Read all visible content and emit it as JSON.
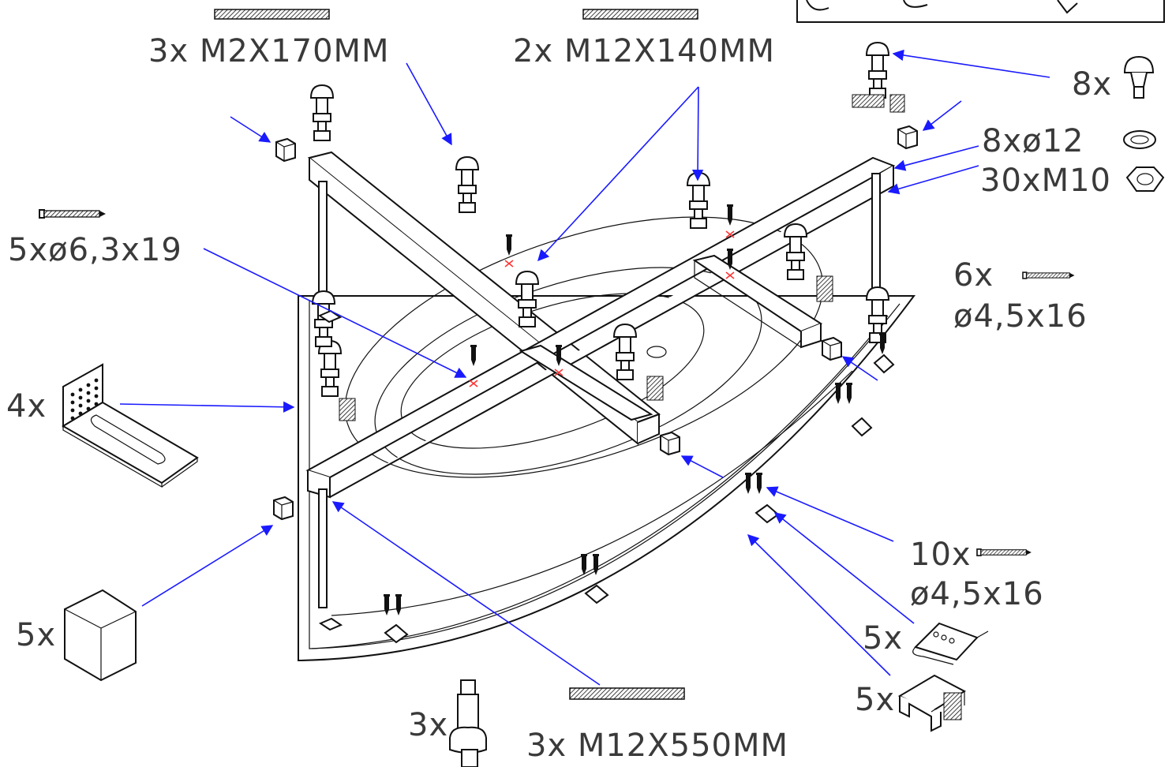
{
  "labels": {
    "rod_m2x170": "3x  M2X170MM",
    "rod_m12x140": "2x  M12X140MM",
    "rod_m12x550": "3x  M12X550MM",
    "legs_count": "8x",
    "washer": "8xø12",
    "nut": "30xM10",
    "screw_6x": "6x",
    "screw_6x_size": "ø4,5x16",
    "screw_5x": "5xø6,3x19",
    "bracket_count": "4x",
    "cap_count": "5x",
    "screw_10x": "10x",
    "screw_10x_size": "ø4,5x16",
    "clip_count": "5x",
    "clamp_count": "5x",
    "foot_count": "3x"
  },
  "colors": {
    "arrow": "#1a1aff",
    "line": "#111111",
    "label": "#3a3a3a",
    "mark": "#ff3333"
  }
}
